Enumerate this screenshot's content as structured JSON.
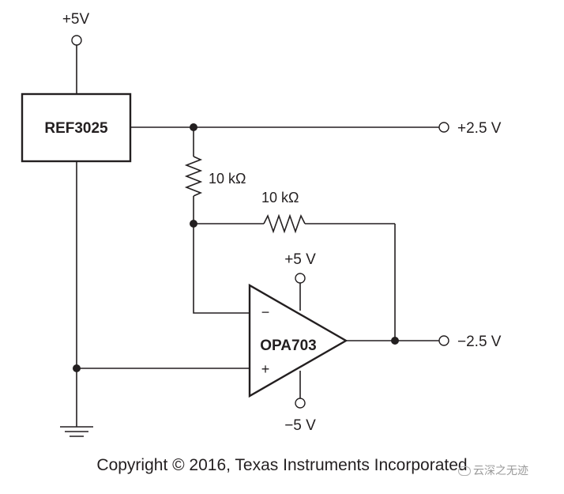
{
  "supply": {
    "top": "+5V"
  },
  "reference_ic": {
    "label": "REF3025"
  },
  "outputs": {
    "positive": "+2.5 V",
    "negative": "−2.5 V"
  },
  "resistors": {
    "r1": "10 kΩ",
    "r2": "10 kΩ"
  },
  "opamp": {
    "label": "OPA703",
    "supply_pos": "+5 V",
    "supply_neg": "−5 V",
    "inverting": "−",
    "noninverting": "+"
  },
  "footer": {
    "copyright": "Copyright © 2016, Texas Instruments Incorporated",
    "watermark": "云深之无迹"
  }
}
